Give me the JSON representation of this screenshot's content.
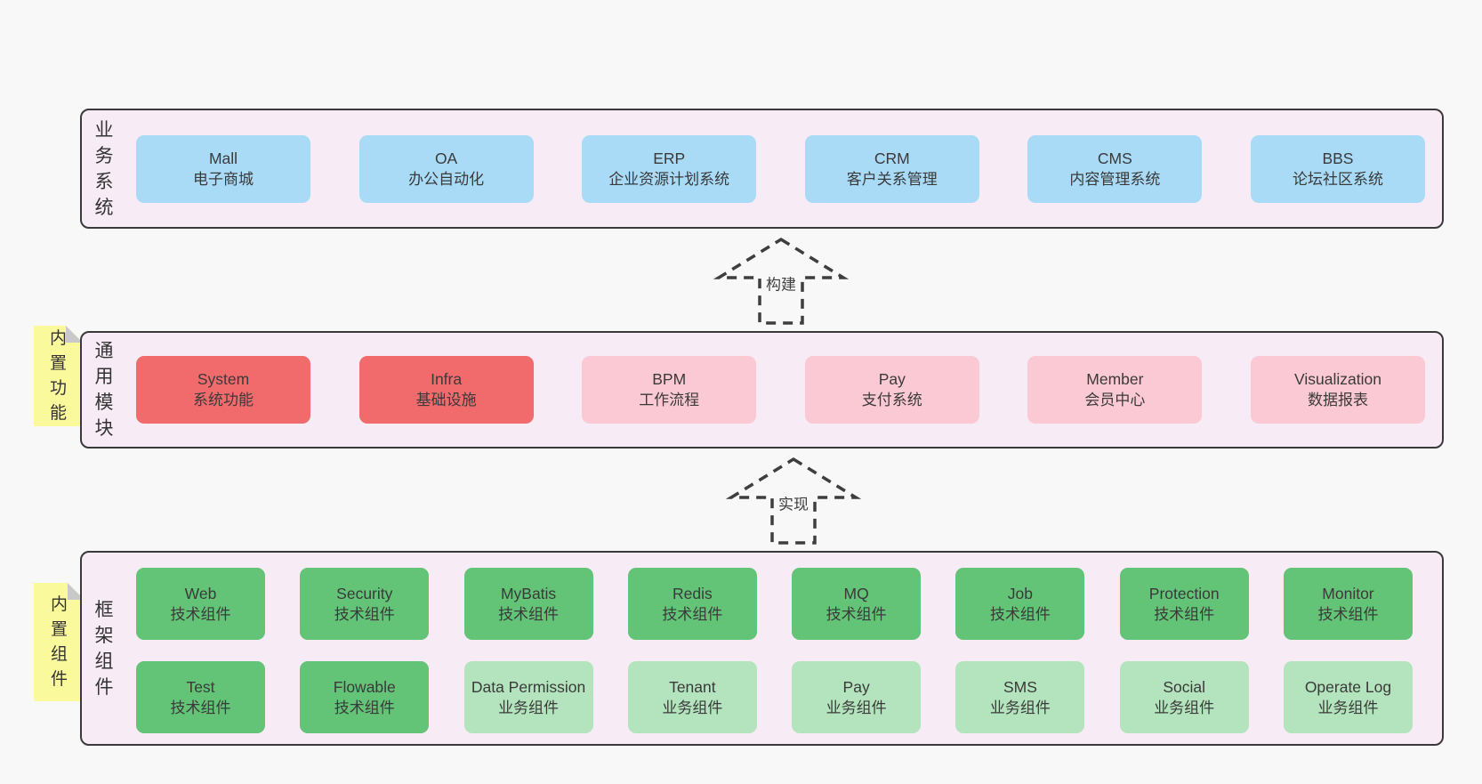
{
  "colors": {
    "page_bg": "#f8f8f8",
    "panel_bg": "#f7ecf5",
    "panel_border": "#3a3a3a",
    "box_blue": "#a9dbf7",
    "box_red": "#f16b6d",
    "box_pink": "#fac9d3",
    "box_green_dark": "#63c377",
    "box_green_light": "#b4e4bd",
    "sticky_yellow": "#fafa9d",
    "sticky_fold_gray": "#c9c9c9"
  },
  "arrows": [
    {
      "label": "构建"
    },
    {
      "label": "实现"
    }
  ],
  "layers": [
    {
      "label": "业务系统",
      "boxes": [
        {
          "name": "Mall",
          "desc": "电子商城"
        },
        {
          "name": "OA",
          "desc": "办公自动化"
        },
        {
          "name": "ERP",
          "desc": "企业资源计划系统"
        },
        {
          "name": "CRM",
          "desc": "客户关系管理"
        },
        {
          "name": "CMS",
          "desc": "内容管理系统"
        },
        {
          "name": "BBS",
          "desc": "论坛社区系统"
        }
      ]
    },
    {
      "label": "通用模块",
      "sticky": "内置功能",
      "boxes": [
        {
          "name": "System",
          "desc": "系统功能"
        },
        {
          "name": "Infra",
          "desc": "基础设施"
        },
        {
          "name": "BPM",
          "desc": "工作流程"
        },
        {
          "name": "Pay",
          "desc": "支付系统"
        },
        {
          "name": "Member",
          "desc": "会员中心"
        },
        {
          "name": "Visualization",
          "desc": "数据报表"
        }
      ]
    },
    {
      "label": "框架组件",
      "sticky": "内置组件",
      "rows": [
        [
          {
            "name": "Web",
            "desc": "技术组件"
          },
          {
            "name": "Security",
            "desc": "技术组件"
          },
          {
            "name": "MyBatis",
            "desc": "技术组件"
          },
          {
            "name": "Redis",
            "desc": "技术组件"
          },
          {
            "name": "MQ",
            "desc": "技术组件"
          },
          {
            "name": "Job",
            "desc": "技术组件"
          },
          {
            "name": "Protection",
            "desc": "技术组件"
          },
          {
            "name": "Monitor",
            "desc": "技术组件"
          }
        ],
        [
          {
            "name": "Test",
            "desc": "技术组件"
          },
          {
            "name": "Flowable",
            "desc": "技术组件"
          },
          {
            "name": "Data Permission",
            "desc": "业务组件"
          },
          {
            "name": "Tenant",
            "desc": "业务组件"
          },
          {
            "name": "Pay",
            "desc": "业务组件"
          },
          {
            "name": "SMS",
            "desc": "业务组件"
          },
          {
            "name": "Social",
            "desc": "业务组件"
          },
          {
            "name": "Operate Log",
            "desc": "业务组件"
          }
        ]
      ]
    }
  ]
}
